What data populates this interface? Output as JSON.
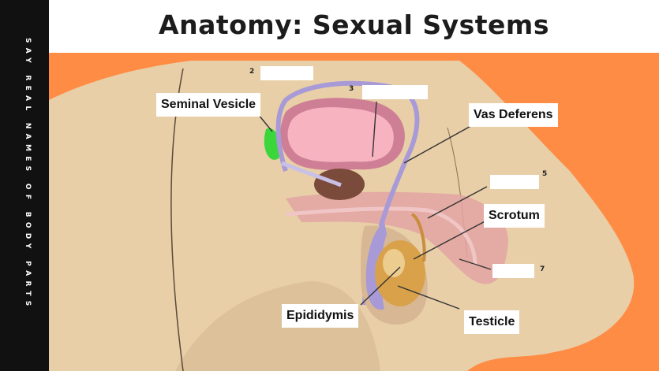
{
  "sidebar": {
    "text": "SAY REAL NAMES OF BODY PARTS"
  },
  "title": "Anatomy: Sexual Systems",
  "labels": {
    "seminal_vesicle": "Seminal Vesicle",
    "vas_deferens": "Vas Deferens",
    "scrotum": "Scrotum",
    "epididymis": "Epididymis",
    "testicle": "Testicle"
  },
  "blanks": [
    {
      "number": "2",
      "text": ""
    },
    {
      "number": "3",
      "text": ""
    },
    {
      "number": "5",
      "text": ""
    },
    {
      "number": "7",
      "text": ""
    }
  ],
  "colors": {
    "background": "#ff8c45",
    "skin": "#e8cfa8",
    "bladder": "#f7b3c0",
    "vas_deferens": "#a79ad6",
    "seminal_vesicle": "#3ad63a",
    "testicle": "#d9a24a",
    "prostate": "#7a4a3a"
  }
}
